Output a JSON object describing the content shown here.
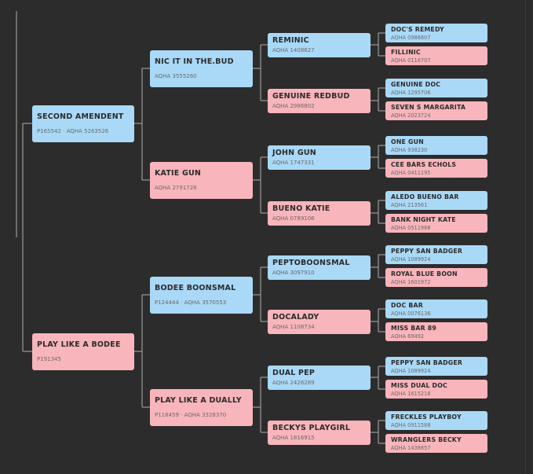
{
  "pedigree": [
    {
      "name": "SECOND AMENDENT",
      "reg": "P165542 · AQHA 5263526",
      "sex": "sire"
    },
    {
      "name": "PLAY LIKE A BODEE",
      "reg": "P191345",
      "sex": "dam"
    },
    {
      "name": "NIC IT IN THE.BUD",
      "reg": "AQHA 3555260",
      "sex": "sire"
    },
    {
      "name": "KATIE GUN",
      "reg": "AQHA 2791728",
      "sex": "dam"
    },
    {
      "name": "BODEE BOONSMAL",
      "reg": "P124444 · AQHA 3570553",
      "sex": "sire"
    },
    {
      "name": "PLAY LIKE A DUALLY",
      "reg": "P118459 · AQHA 3328370",
      "sex": "dam"
    },
    {
      "name": "REMINIC",
      "reg": "AQHA 1408627",
      "sex": "sire"
    },
    {
      "name": "GENUINE REDBUD",
      "reg": "AQHA 2986802",
      "sex": "dam"
    },
    {
      "name": "JOHN GUN",
      "reg": "AQHA 1747331",
      "sex": "sire"
    },
    {
      "name": "BUENO KATIE",
      "reg": "AQHA 0789106",
      "sex": "dam"
    },
    {
      "name": "PEPTOBOONSMAL",
      "reg": "AQHA 3097910",
      "sex": "sire"
    },
    {
      "name": "DOCALADY",
      "reg": "AQHA 1108734",
      "sex": "dam"
    },
    {
      "name": "DUAL PEP",
      "reg": "AQHA 2426289",
      "sex": "sire"
    },
    {
      "name": "BECKYS PLAYGIRL",
      "reg": "AQHA 1816915",
      "sex": "dam"
    },
    {
      "name": "DOC'S REMEDY",
      "reg": "AQHA 0986607",
      "sex": "sire"
    },
    {
      "name": "FILLINIC",
      "reg": "AQHA 0116707",
      "sex": "dam"
    },
    {
      "name": "GENUINE DOC",
      "reg": "AQHA 1295706",
      "sex": "sire"
    },
    {
      "name": "SEVEN S MARGARITA",
      "reg": "AQHA 2023724",
      "sex": "dam"
    },
    {
      "name": "ONE GUN",
      "reg": "AQHA 938230",
      "sex": "sire"
    },
    {
      "name": "CEE BARS ECHOLS",
      "reg": "AQHA 0411195",
      "sex": "dam"
    },
    {
      "name": "ALEDO BUENO BAR",
      "reg": "AQHA 213561",
      "sex": "sire"
    },
    {
      "name": "BANK NIGHT KATE",
      "reg": "AQHA 0511988",
      "sex": "dam"
    },
    {
      "name": "PEPPY SAN BADGER",
      "reg": "AQHA 1089924",
      "sex": "sire"
    },
    {
      "name": "ROYAL BLUE BOON",
      "reg": "AQHA 1601972",
      "sex": "dam"
    },
    {
      "name": "DOC BAR",
      "reg": "AQHA 0076136",
      "sex": "sire"
    },
    {
      "name": "MISS BAR 89",
      "reg": "AQHA 69492",
      "sex": "dam"
    },
    {
      "name": "PEPPY SAN BADGER",
      "reg": "AQHA 1089924",
      "sex": "sire"
    },
    {
      "name": "MISS DUAL DOC",
      "reg": "AQHA 1615218",
      "sex": "dam"
    },
    {
      "name": "FRECKLES PLAYBOY",
      "reg": "AQHA 0911588",
      "sex": "sire"
    },
    {
      "name": "WRANGLERS BECKY",
      "reg": "AQHA 1438857",
      "sex": "dam"
    }
  ],
  "colors": {
    "background": "#2c2c2c",
    "sire": "#a9d9f7",
    "dam": "#f8b5bb",
    "line": "#9a9a9a",
    "name_text": "#2b2b2b",
    "reg_text": "#6a6a6a"
  }
}
